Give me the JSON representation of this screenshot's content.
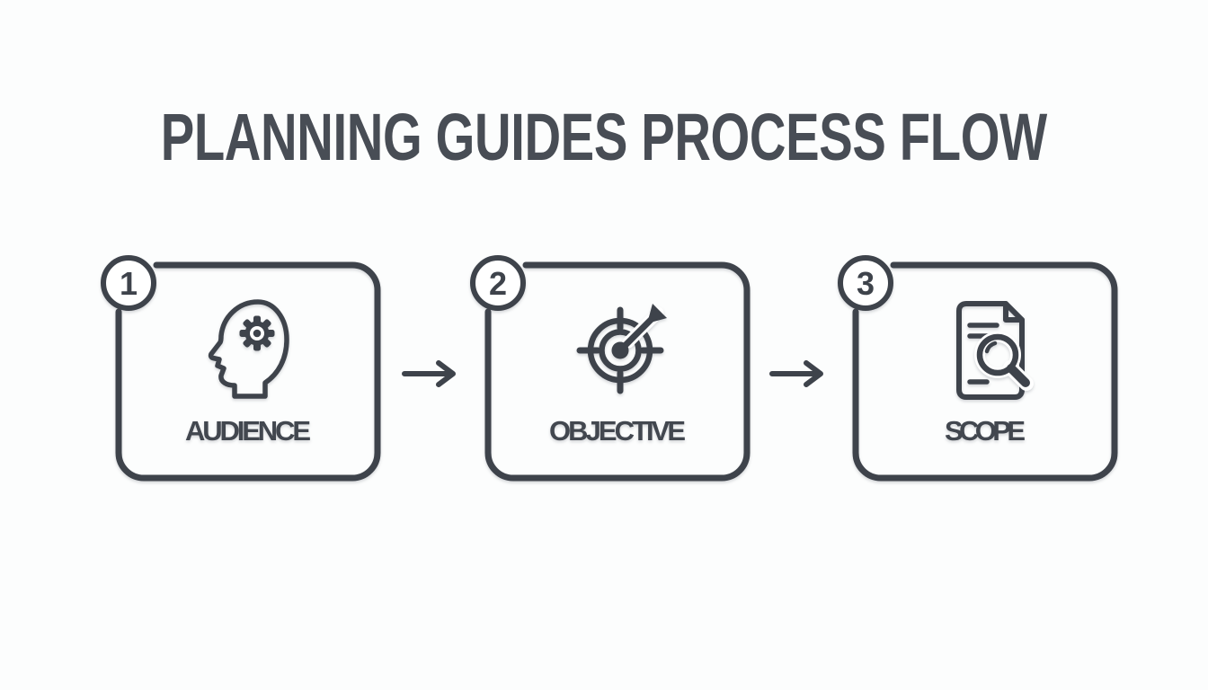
{
  "title": "PLANNING GUIDES PROCESS FLOW",
  "colors": {
    "ink": "#3e434b",
    "label_text": "#42474f",
    "title_text": "#484d55",
    "background": "#fcfdfd",
    "card_fill": "#ffffff"
  },
  "steps": [
    {
      "number": "1",
      "label": "AUDIENCE",
      "icon": "head-gear-icon"
    },
    {
      "number": "2",
      "label": "OBJECTIVE",
      "icon": "target-arrow-icon"
    },
    {
      "number": "3",
      "label": "SCOPE",
      "icon": "document-magnifier-icon"
    }
  ],
  "connectors": [
    {
      "icon": "arrow-right-icon"
    },
    {
      "icon": "arrow-right-icon"
    }
  ]
}
